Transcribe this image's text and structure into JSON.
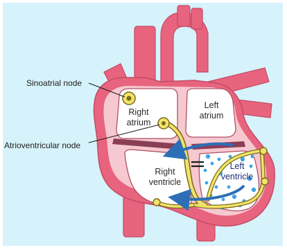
{
  "diagram": {
    "labels": {
      "sinoatrial_node": "Sinoatrial node",
      "atrioventricular_node": "Atrioventricular node",
      "right_atrium_line1": "Right",
      "right_atrium_line2": "atrium",
      "left_atrium_line1": "Left",
      "left_atrium_line2": "atrium",
      "right_ventricle_line1": "Right",
      "right_ventricle_line2": "ventricle",
      "left_ventricle_line1": "Left",
      "left_ventricle_line2": "ventricle"
    },
    "colors": {
      "background": "#d6f2fb",
      "heart_wall": "#e8647e",
      "heart_light": "#f6c8cf",
      "chamber": "#ffffff",
      "septum": "#8a3e56",
      "conduction_path": "#f1e36b",
      "conduction_outline": "#7a6a1a",
      "arrow": "#2d6fb7",
      "dots": "#3fa3e6"
    },
    "icons": {
      "sinoatrial_node": "circle-node-icon",
      "atrioventricular_node": "circle-node-icon",
      "impulse_arrow": "curved-arrow-icon"
    }
  }
}
